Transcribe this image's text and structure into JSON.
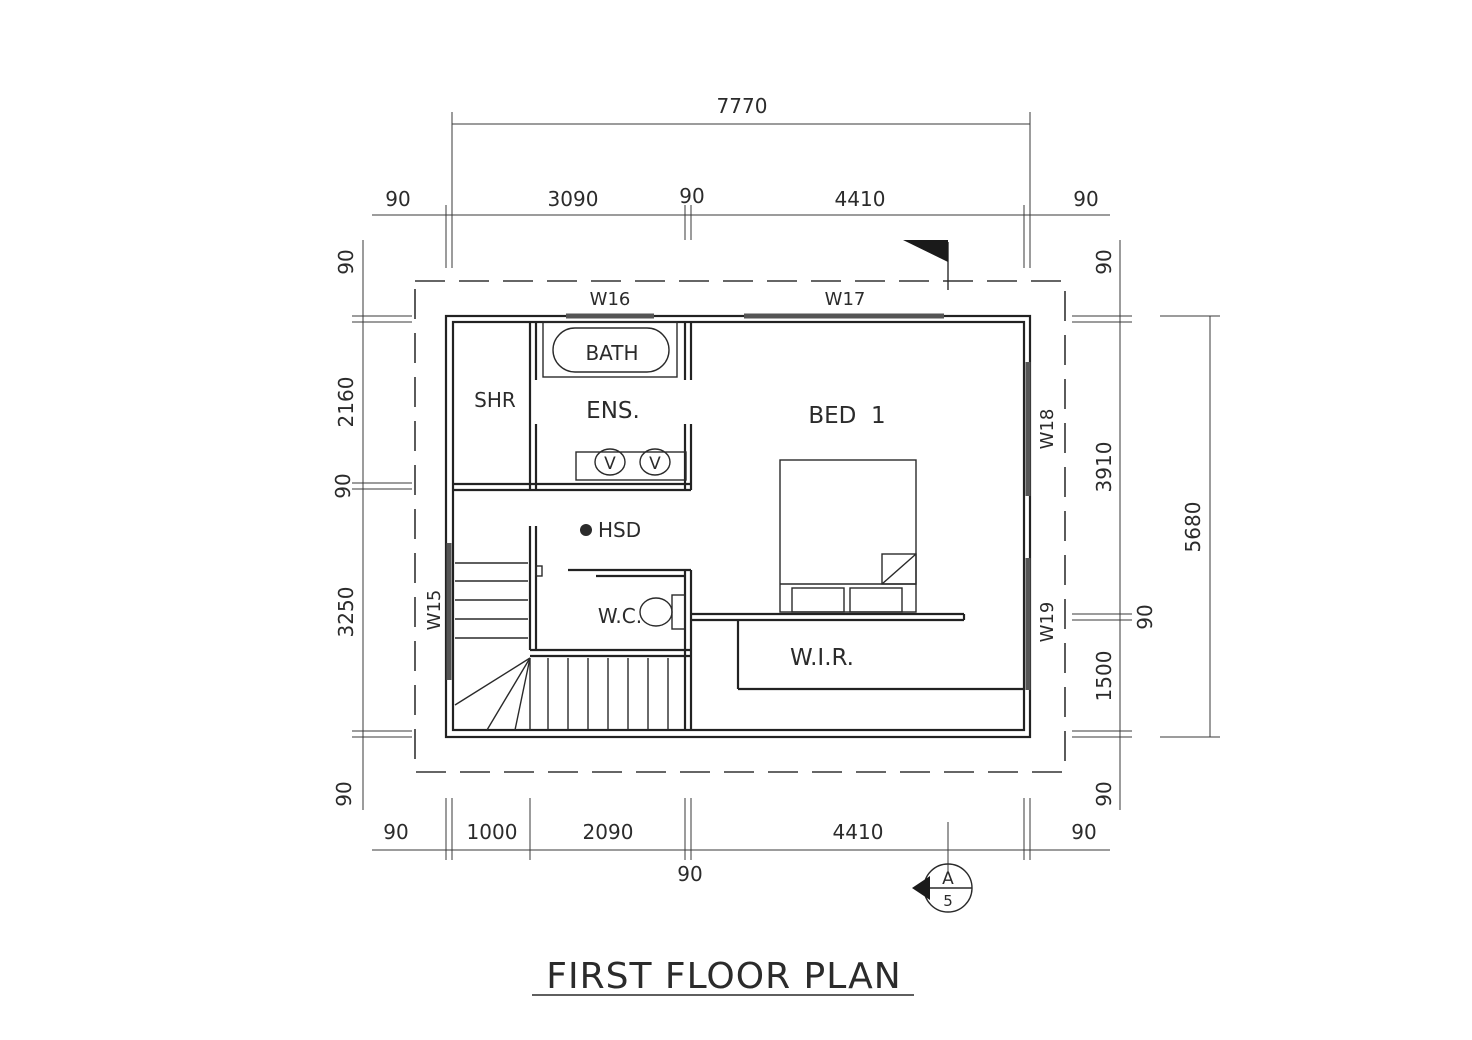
{
  "title": "FIRST FLOOR PLAN",
  "dimensions": {
    "top_overall": "7770",
    "top_left_ext": "90",
    "top_left_span": "3090",
    "top_mid_wall": "90",
    "top_right_span": "4410",
    "top_right_ext": "90",
    "bottom_left_ext": "90",
    "bottom_span1": "1000",
    "bottom_span2": "2090",
    "bottom_mid_wall": "90",
    "bottom_span3": "4410",
    "bottom_right_ext": "90",
    "left_top_ext": "90",
    "left_span1": "2160",
    "left_mid_wall": "90",
    "left_span2": "3250",
    "left_bottom_ext": "90",
    "right_top_ext": "90",
    "right_span1": "3910",
    "right_mid_wall": "90",
    "right_span2": "1500",
    "right_bottom_ext": "90",
    "right_overall": "5680"
  },
  "rooms": {
    "bath": "BATH",
    "shower": "SHR",
    "ensuite": "ENS.",
    "bed": "BED  1",
    "hsd": "HSD",
    "wc": "W.C.",
    "wir": "W.I.R."
  },
  "fixtures": {
    "vanity_1": "V",
    "vanity_2": "V"
  },
  "windows": {
    "w15": "W15",
    "w16": "W16",
    "w17": "W17",
    "w18": "W18",
    "w19": "W19"
  },
  "section_marker": {
    "letter": "A",
    "sheet": "5"
  }
}
